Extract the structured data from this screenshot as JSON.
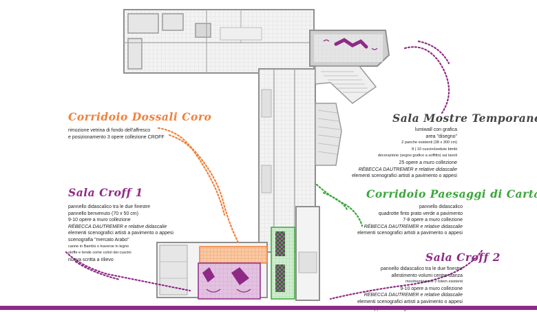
{
  "colors": {
    "orange": "#f0813c",
    "purple": "#8e2a86",
    "green": "#3aa63a",
    "wall": "#9a9a9a",
    "floor_grid": "#d4d4d4"
  },
  "sections": {
    "corridoio_dossali": {
      "title": "Corridoio Dossali Coro",
      "lines": [
        "rimozione vetrina di fondo dell'affresco",
        "e posizionamento 3 opere collezione CROFF"
      ]
    },
    "sala_mostre": {
      "title": "Sala Mostre Temporanee",
      "lines": [
        "lumiwall con grafica",
        "area \"disegno\"",
        "2 panche esistenti (38 x 300 cm)",
        "8 | 10 cuscini/sedute bimbi",
        "decorazione (segno grafico a soffitto) sui tavoli",
        "25 opere a muro collezione",
        "RÉBECCA DAUTREMER e relative didascalie",
        "elementi scenografici artisti a pavimento o appesi"
      ]
    },
    "sala_croff_1": {
      "title": "Sala Croff 1",
      "lines": [
        "pannello didascalico tra le due finestre",
        "pannello benvenuto (70 x 50 cm)",
        "9-10 opere a muro collezione",
        "RÉBECCA DAUTREMER e relative didascalie",
        "elementi scenografici artisti a pavimento o appesi",
        "scenografia \"mercato Arabo\"",
        "canne in Bambù o traverse in legno",
        "stoffe e tende come colori dei cuscini",
        "nuova scritta a rilievo"
      ]
    },
    "corridoio_paesaggi": {
      "title": "Corridoio Paesaggi di Carta",
      "lines": [
        "pannello didascalico",
        "quadrotte finto prato verde a pavimento",
        "7-8 opere a muro collezione",
        "RÉBECCA DAUTREMER e relative didascalie",
        "elementi scenografici artisti a pavimento o appesi"
      ]
    },
    "sala_croff_2": {
      "title": "Sala Croff 2",
      "lines": [
        "pannello didascalico tra le due finestre",
        "allestimento volumi centro stanza",
        "movimentazione 2 totem esistenti",
        "9-10 opere a muro collezione",
        "RÉBECCA DAUTREMER e relative didascalie",
        "elementi scenografici artisti a pavimento o appesi",
        "\"drappi teatrali\" e grafica a muro nella cornice"
      ]
    }
  }
}
